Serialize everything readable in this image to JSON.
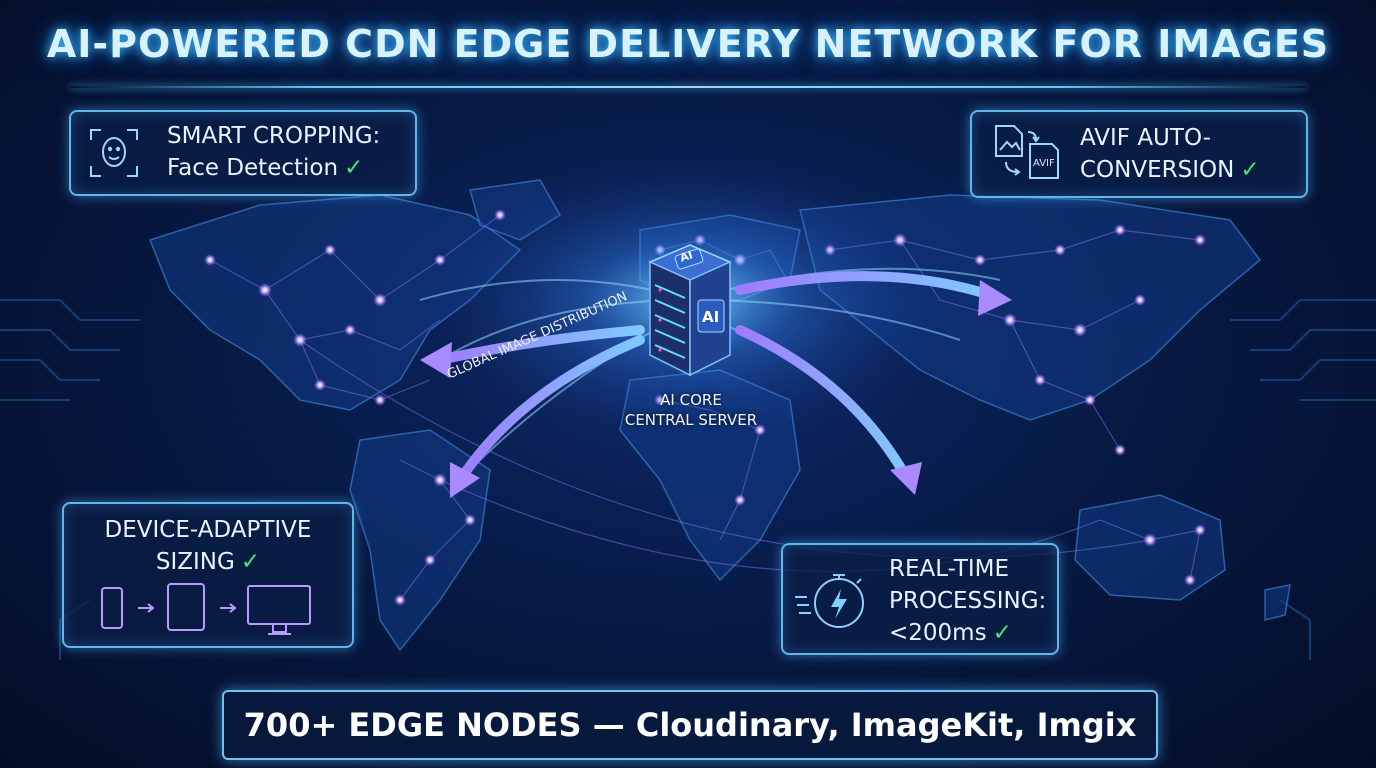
{
  "title": "AI-POWERED CDN EDGE DELIVERY NETWORK FOR IMAGES",
  "server": {
    "badge_top": "AI",
    "badge_side": "AI",
    "label_line1": "AI CORE",
    "label_line2": "CENTRAL SERVER"
  },
  "arc_label": "GLOBAL IMAGE DISTRIBUTION",
  "features": {
    "smart_cropping": {
      "line1": "SMART CROPPING:",
      "line2": "Face Detection"
    },
    "avif": {
      "line1": "AVIF AUTO-",
      "line2": "CONVERSION",
      "icon_text": "AVIF"
    },
    "device_sizing": {
      "line1": "DEVICE-ADAPTIVE",
      "line2": "SIZING"
    },
    "realtime": {
      "line1": "REAL-TIME",
      "line2": "PROCESSING:",
      "line3": "<200ms"
    }
  },
  "check_mark": "✓",
  "footer": "700+ EDGE NODES — Cloudinary, ImageKit, Imgix",
  "colors": {
    "accent": "#5ec8ff",
    "check": "#4fe07a",
    "node": "#c9a6ff",
    "arc": "#b38cff"
  }
}
